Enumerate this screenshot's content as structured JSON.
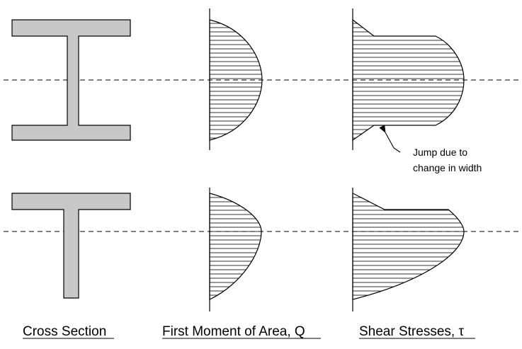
{
  "labels": {
    "cross_section": "Cross Section",
    "first_moment": "First Moment of Area, Q",
    "shear_stresses": "Shear Stresses, τ"
  },
  "annotation": {
    "line1": "Jump due to",
    "line2": "change in width"
  },
  "colors": {
    "section_fill": "#c8c8c8",
    "stroke": "#000000",
    "background": "#ffffff"
  },
  "rows": [
    {
      "section": "I-beam"
    },
    {
      "section": "T-beam"
    }
  ]
}
